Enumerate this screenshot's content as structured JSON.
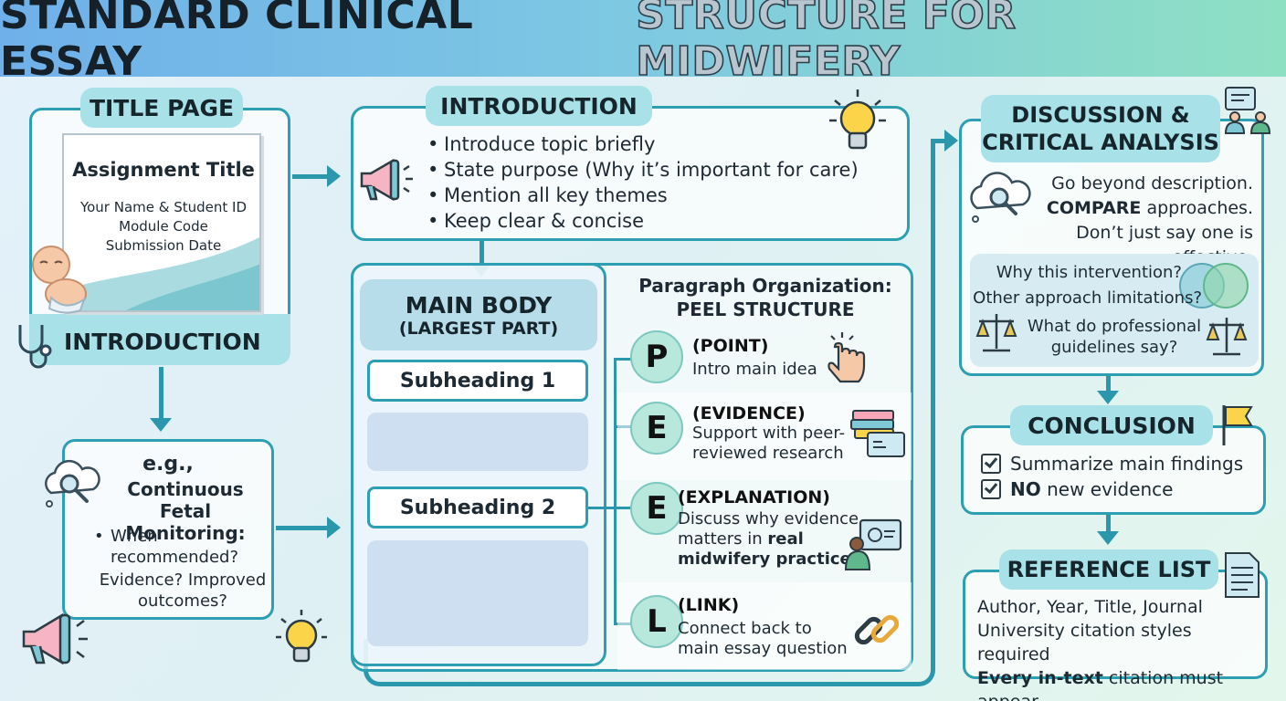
{
  "header": {
    "title_dark": "STANDARD CLINICAL ESSAY",
    "title_light": "STRUCTURE FOR MIDWIFERY"
  },
  "title_page": {
    "label": "TITLE PAGE",
    "assignment_title": "Assignment Title",
    "lines": [
      "Your Name & Student ID",
      "Module Code",
      "Submission Date"
    ],
    "footer_label": "INTRODUCTION"
  },
  "example": {
    "eg": "e.g.,",
    "topic": "Continuous Fetal Monitoring:",
    "bullet": "When recommended?",
    "rest": "Evidence? Improved outcomes?"
  },
  "introduction": {
    "label": "INTRODUCTION",
    "bullets": [
      "Introduce topic briefly",
      "State purpose (Why it’s important for care)",
      "Mention all key themes",
      "Keep clear & concise"
    ]
  },
  "main_body": {
    "label_line1": "MAIN BODY",
    "label_line2": "(LARGEST PART)",
    "subheadings": [
      "Subheading 1",
      "Subheading 2"
    ]
  },
  "peel": {
    "heading_line1": "Paragraph Organization:",
    "heading_line2": "PEEL STRUCTURE",
    "rows": [
      {
        "letter": "P",
        "title": "(POINT)",
        "text": "Intro main idea",
        "bold_text": ""
      },
      {
        "letter": "E",
        "title": "(EVIDENCE)",
        "text": "Support with peer-reviewed research",
        "bold_text": ""
      },
      {
        "letter": "E",
        "title": "(EXPLANATION)",
        "text": "Discuss why evidence matters in",
        "bold_text": "real midwifery practice"
      },
      {
        "letter": "L",
        "title": "(LINK)",
        "text": "Connect back to main essay question",
        "bold_text": ""
      }
    ]
  },
  "discussion": {
    "label_line1": "DISCUSSION &",
    "label_line2": "CRITICAL ANALYSIS",
    "line1": "Go beyond description.",
    "line2_bold": "COMPARE",
    "line2_rest": "approaches.",
    "line3": "Don’t just say one is effective.",
    "q1": "Why this intervention?",
    "q2": "Other approach limitations?",
    "q3": "What do professional guidelines say?"
  },
  "conclusion": {
    "label": "CONCLUSION",
    "item1": "Summarize main findings",
    "item2_bold": "NO",
    "item2_rest": "new evidence"
  },
  "references": {
    "label": "REFERENCE LIST",
    "line1": "Author, Year, Title, Journal",
    "line2": "University citation styles required",
    "line3_bold": "Every in-text",
    "line3_rest": "citation must appear"
  },
  "colors": {
    "accent": "#2c9fb3",
    "pill": "#a8e2e8",
    "placeholder": "#cddff0",
    "header_start": "#6fb0ea",
    "header_end": "#8ee0c2"
  },
  "icons": [
    "megaphone-icon",
    "lightbulb-icon",
    "stethoscope-icon",
    "baby-icon",
    "magnifier-cloud-icon",
    "pointing-hand-icon",
    "books-icon",
    "presenter-icon",
    "chain-link-icon",
    "scales-icon",
    "flag-icon",
    "document-icon",
    "discussion-icon",
    "checkbox-icon"
  ]
}
